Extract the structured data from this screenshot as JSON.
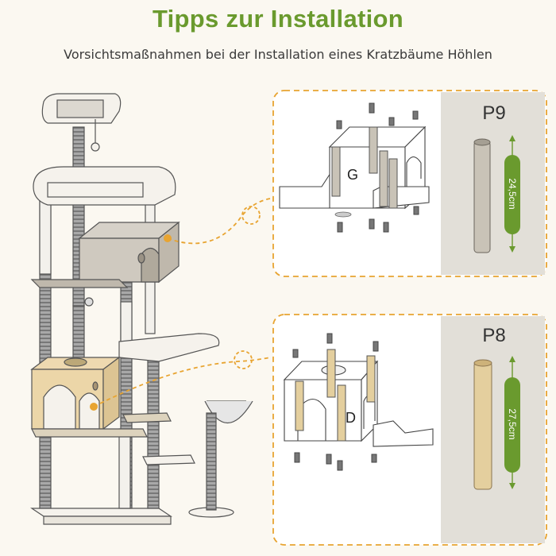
{
  "header": {
    "title": "Tipps zur Installation",
    "subtitle": "Vorsichtsmaßnahmen bei der Installation eines Kratzbäume Höhlen"
  },
  "panels": [
    {
      "part": "P9",
      "letter": "G",
      "length": "24,5cm",
      "post_color": "#c9c3b7"
    },
    {
      "part": "P8",
      "letter": "D",
      "length": "27,5cm",
      "post_color": "#e4cf9e"
    }
  ],
  "colors": {
    "accent_green": "#6a9a2e",
    "dash_orange": "#e8a431",
    "panel_gray": "#e2dfd8"
  }
}
